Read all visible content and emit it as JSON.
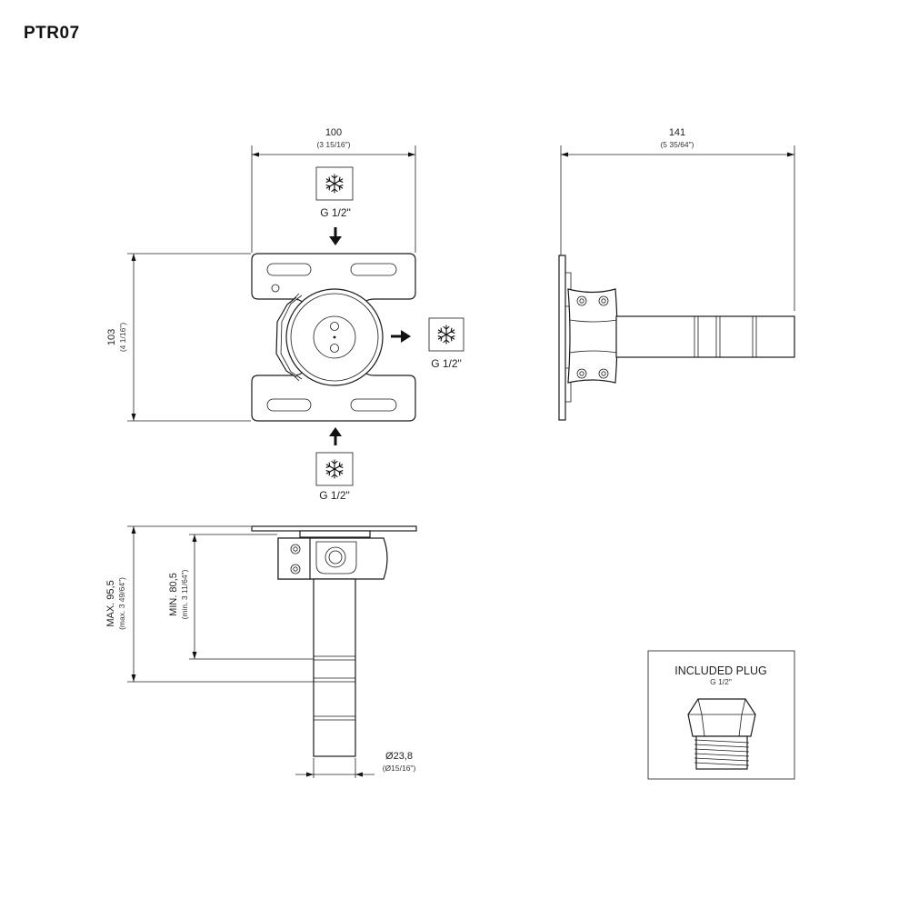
{
  "title": "PTR07",
  "dimensions": {
    "top_width": {
      "value": "100",
      "imperial": "(3 15/16\")"
    },
    "side_width": {
      "value": "141",
      "imperial": "(5 35/64\")"
    },
    "front_height": {
      "value": "103",
      "imperial": "(4 1/16\")"
    },
    "max_depth": {
      "value": "MAX. 95,5",
      "imperial": "(max. 3 49/64\")"
    },
    "min_depth": {
      "value": "MIN. 80,5",
      "imperial": "(min. 3 11/64\")"
    },
    "pipe_diameter": {
      "value": "Ø23,8",
      "imperial": "(Ø15/16\")"
    }
  },
  "connections": {
    "top": {
      "icon": "snowflake-icon",
      "label": "G 1/2\""
    },
    "right": {
      "icon": "snowflake-icon",
      "label": "G 1/2\""
    },
    "bottom": {
      "icon": "snowflake-icon",
      "label": "G 1/2\""
    }
  },
  "plug_box": {
    "title": "INCLUDED PLUG",
    "subtitle": "G 1/2\""
  }
}
